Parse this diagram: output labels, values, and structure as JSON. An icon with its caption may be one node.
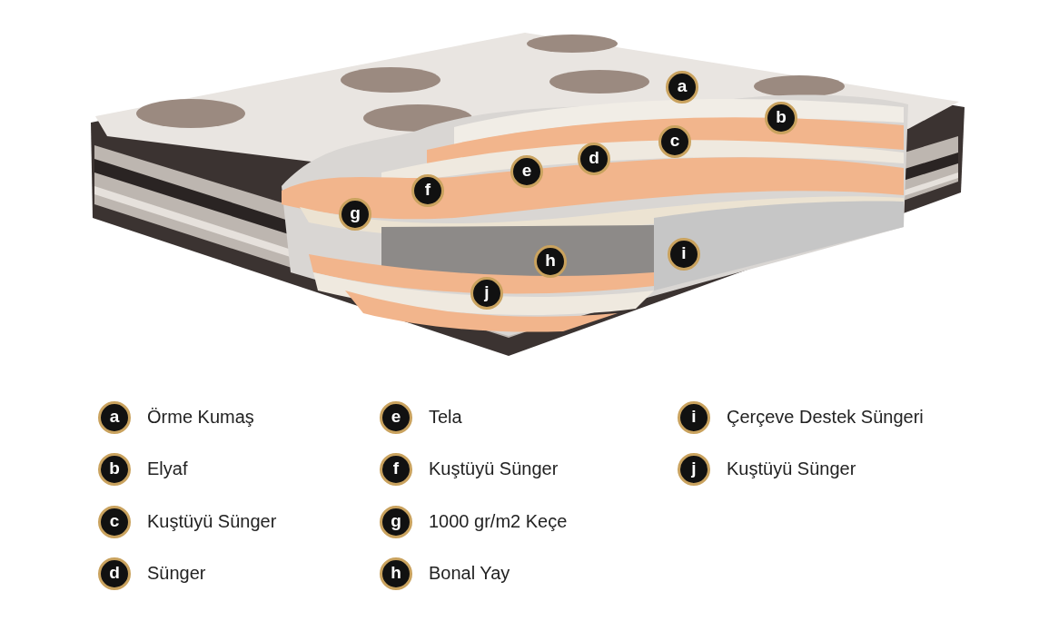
{
  "diagram": {
    "labels": [
      "a",
      "b",
      "c",
      "d",
      "e",
      "f",
      "g",
      "i",
      "h",
      "j",
      "a",
      "Örme Kumaş",
      "e",
      "Tela",
      "i",
      "Çerçeve Destek Süngeri",
      "b",
      "Elyaf",
      "f",
      "Kuştüyü Sünger",
      "j",
      "Kuştüyü Sünger",
      "c",
      "Kuştüyü Sünger",
      "g",
      "1000 gr/m2 Keçe",
      "d",
      "Sünger",
      "h",
      "Bonal Yay"
    ]
  }
}
